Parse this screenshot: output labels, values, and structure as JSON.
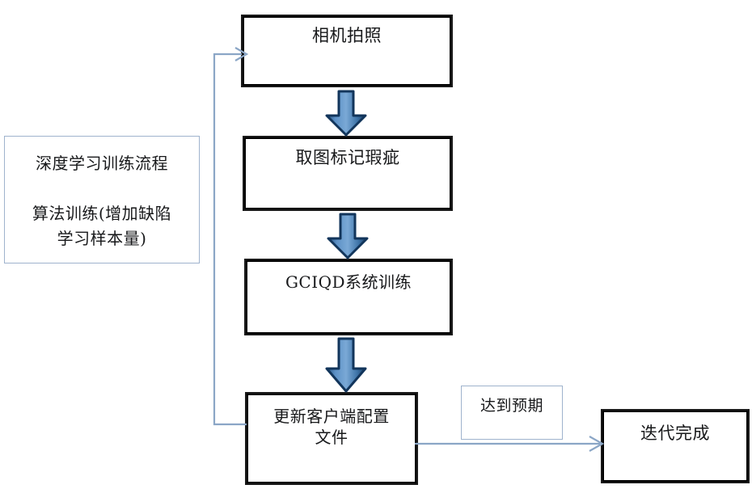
{
  "diagram": {
    "title_note": {
      "line1": "深度学习训练流程",
      "line2": "算法训练(增加缺陷\n学习样本量)",
      "text": "深度学习训练流程\n\n算法训练(增加缺陷\n学习样本量)",
      "border_color": "#9fb3cd"
    },
    "nodes": [
      {
        "id": "camera",
        "label": "相机拍照",
        "shape": "process",
        "border_color": "#000000"
      },
      {
        "id": "mark",
        "label": "取图标记瑕疵",
        "shape": "process",
        "border_color": "#000000"
      },
      {
        "id": "train",
        "label": "GCIQD系统训练",
        "shape": "process",
        "border_color": "#000000"
      },
      {
        "id": "update",
        "label": "更新客户端配置\n文件",
        "shape": "process",
        "border_color": "#000000"
      },
      {
        "id": "done",
        "label": "迭代完成",
        "shape": "process",
        "border_color": "#000000"
      }
    ],
    "edge_labels": [
      {
        "id": "expect",
        "label": "达到预期",
        "border_color": "#9fb3cd"
      }
    ],
    "connectors": {
      "block_arrow_fill_light": "#6f9fd0",
      "block_arrow_fill_dark": "#1f4e79",
      "block_arrow_outline": "#12355b",
      "line_color": "#8ba6c6",
      "feedback_label": "feedback-loop-update-to-camera",
      "to_done_label": "update-to-done-arrow"
    },
    "block_arrows": [
      {
        "id": "arrow-camera-to-mark",
        "direction": "down"
      },
      {
        "id": "arrow-mark-to-train",
        "direction": "down"
      },
      {
        "id": "arrow-train-to-update",
        "direction": "down"
      }
    ]
  }
}
